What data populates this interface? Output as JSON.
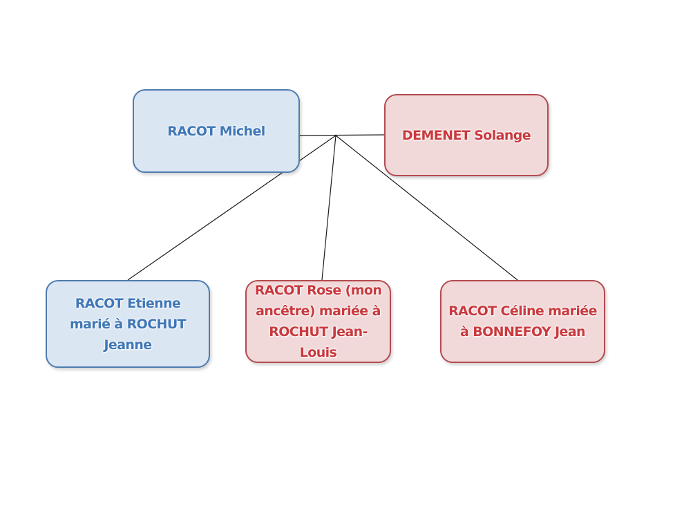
{
  "diagram": {
    "parents": [
      {
        "id": "michel",
        "label": "RACOT Michel",
        "gender": "male"
      },
      {
        "id": "solange",
        "label": "DEMENET Solange",
        "gender": "female"
      }
    ],
    "children": [
      {
        "id": "etienne",
        "label": "RACOT Etienne marié à ROCHUT Jeanne",
        "gender": "male"
      },
      {
        "id": "rose",
        "label": "RACOT Rose (mon ancêtre) mariée à ROCHUT Jean-Louis",
        "gender": "female"
      },
      {
        "id": "celine",
        "label": "RACOT Céline mariée à BONNEFOY Jean",
        "gender": "female"
      }
    ],
    "colors": {
      "male_fill": "#dbe6f3",
      "male_border": "#4e7bae",
      "male_text": "#3f77b6",
      "female_fill": "#f1d9da",
      "female_border": "#b44a4e",
      "female_text": "#c9393e",
      "connector": "#1a1a1a"
    }
  }
}
